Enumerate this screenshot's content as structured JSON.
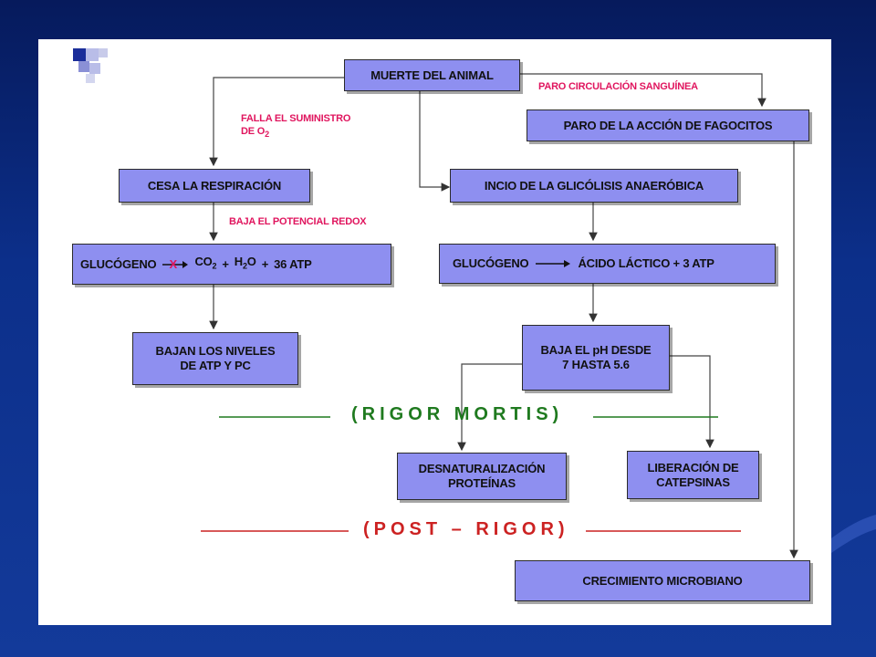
{
  "nodes": {
    "muerte": "MUERTE DEL ANIMAL",
    "paro_fagocitos": "PARO DE LA ACCIÓN DE FAGOCITOS",
    "cesa_respiracion": "CESA LA RESPIRACIÓN",
    "inicio_glicolisis": "INCIO DE LA GLICÓLISIS ANAERÓBICA",
    "glucogeno_left": {
      "glucogeno": "GLUCÓGENO",
      "x_mark": "X",
      "co": "CO",
      "co_sub": "2",
      "plus1": "+",
      "h": "H",
      "h_sub": "2",
      "o": "O",
      "plus2": "+",
      "atp": "36 ATP"
    },
    "glucogeno_right": {
      "glucogeno": "GLUCÓGENO",
      "rest": "ÁCIDO LÁCTICO + 3 ATP"
    },
    "bajan_niveles_1": "BAJAN LOS NIVELES",
    "bajan_niveles_2": "DE ATP Y PC",
    "baja_ph_1": "BAJA EL pH DESDE",
    "baja_ph_2": "7 HASTA 5.6",
    "desnaturalizacion_1": "DESNATURALIZACIÓN",
    "desnaturalizacion_2": "PROTEÍNAS",
    "liberacion_1": "LIBERACIÓN DE",
    "liberacion_2": "CATEPSINAS",
    "crecimiento": "CRECIMIENTO MICROBIANO"
  },
  "notes": {
    "paro_circulacion": "PARO CIRCULACIÓN SANGUÍNEA",
    "falla_1": "FALLA  EL SUMINISTRO",
    "falla_2": "DE O",
    "falla_sub": "2",
    "baja_redox": "BAJA EL POTENCIAL REDOX"
  },
  "bands": {
    "rigor": "(RIGOR  MORTIS)",
    "post_rigor": "(POST – RIGOR)"
  },
  "colors": {
    "box_fill": "#8e8ff0",
    "note_color": "#e0155e",
    "rigor_color": "#1f7a1f",
    "post_rigor_color": "#cc2222",
    "background": "#0c2f8a"
  }
}
